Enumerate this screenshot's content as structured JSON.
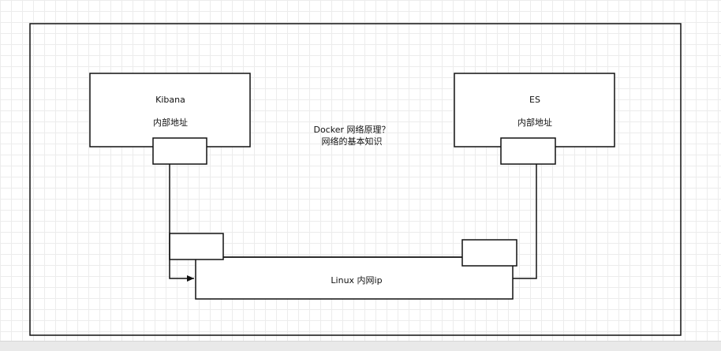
{
  "diagram": {
    "kibana": {
      "name": "Kibana",
      "address_label": "内部地址"
    },
    "es": {
      "name": "ES",
      "address_label": "内部地址"
    },
    "note": {
      "line1": "Docker 网络原理？",
      "line2": "网络的基本知识"
    },
    "linux": {
      "label": "Linux 内网ip"
    }
  }
}
